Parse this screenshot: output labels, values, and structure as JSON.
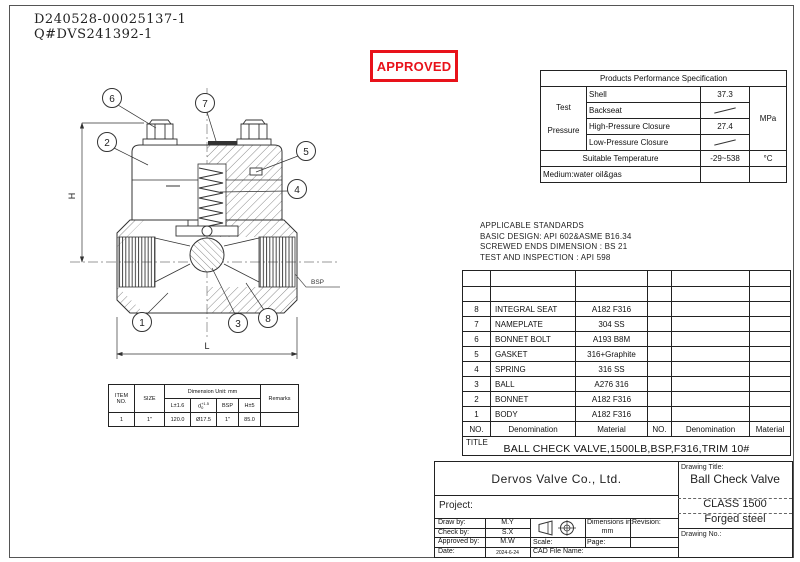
{
  "doc_numbers": {
    "line1": "D240528-00025137-1",
    "line2": "Q#DVS241392-1"
  },
  "stamp": {
    "label": "APPROVED",
    "color": "#e8121a"
  },
  "spec_table": {
    "title": "Products Performance Specification",
    "group_label_line1": "Test",
    "group_label_line2": "Pressure",
    "rows": [
      {
        "name": "Shell",
        "value": "37.3"
      },
      {
        "name": "Backseat",
        "value": ""
      },
      {
        "name": "High-Pressure Closure",
        "value": "27.4"
      },
      {
        "name": "Low-Pressure Closure",
        "value": ""
      }
    ],
    "unit_pressure": "MPa",
    "temp_label": "Suitable Temperature",
    "temp_value": "-29~538",
    "temp_unit": "°C",
    "medium_label": "Medium:water oil&gas"
  },
  "standards": {
    "title": "APPLICABLE  STANDARDS",
    "line1": "BASIC DESIGN: API 602&ASME B16.34",
    "line2": "SCREWED ENDS  DIMENSION : BS 21",
    "line3": "TEST AND INSPECTION : API 598"
  },
  "drawing": {
    "balloons": [
      "1",
      "2",
      "3",
      "4",
      "5",
      "6",
      "7",
      "8"
    ],
    "dim_h": "H",
    "dim_l": "L",
    "thread_label": "BSP"
  },
  "dim_table": {
    "item_header": "ITEM NO.",
    "size_header": "SIZE",
    "unit_header": "Dimension Unit: mm",
    "col_l": "L±1.6",
    "col_d": "d",
    "col_d_sup": "+1.5",
    "col_d_sub": "0",
    "col_bsp": "BSP",
    "col_h": "H±5",
    "remarks_header": "Remarks",
    "row": {
      "item": "1",
      "size": "1\"",
      "l": "120.0",
      "d": "Ø17.5",
      "bsp": "1\"",
      "h": "85.0",
      "remarks": ""
    }
  },
  "parts_table": {
    "headers": {
      "no": "NO.",
      "denomination": "Denomination",
      "material": "Material"
    },
    "rows": [
      {
        "no": "8",
        "name": "INTEGRAL SEAT",
        "material": "A182 F316"
      },
      {
        "no": "7",
        "name": "NAMEPLATE",
        "material": "304 SS"
      },
      {
        "no": "6",
        "name": "BONNET BOLT",
        "material": "A193 B8M"
      },
      {
        "no": "5",
        "name": "GASKET",
        "material": "316+Graphite"
      },
      {
        "no": "4",
        "name": "SPRING",
        "material": "316 SS"
      },
      {
        "no": "3",
        "name": "BALL",
        "material": "A276 316"
      },
      {
        "no": "2",
        "name": "BONNET",
        "material": "A182 F316"
      },
      {
        "no": "1",
        "name": "BODY",
        "material": "A182 F316"
      }
    ],
    "title_label": "TITLE",
    "title_value": "BALL CHECK VALVE,1500LB,BSP,F316,TRIM 10#"
  },
  "title_block": {
    "company": "Dervos Valve  Co., Ltd.",
    "project_label": "Project:",
    "draw_by_label": "Draw by:",
    "draw_by": "M.Y",
    "check_by_label": "Check by:",
    "check_by": "S.X",
    "approved_by_label": "Approved by:",
    "approved_by": "M.W",
    "date_label": "Date:",
    "date": "2024-6-24",
    "scale_label": "Scale:",
    "cad_label": "CAD File Name:",
    "dims_label": "Dimensions in:",
    "dims_unit": "mm",
    "revision_label": "Revision:",
    "page_label": "Page:",
    "drawing_title_label": "Drawing Title:",
    "drawing_title": "Ball Check Valve",
    "class_line": "CLASS 1500",
    "material_line": "Forged steel",
    "drawing_no_label": "Drawing No.:"
  }
}
